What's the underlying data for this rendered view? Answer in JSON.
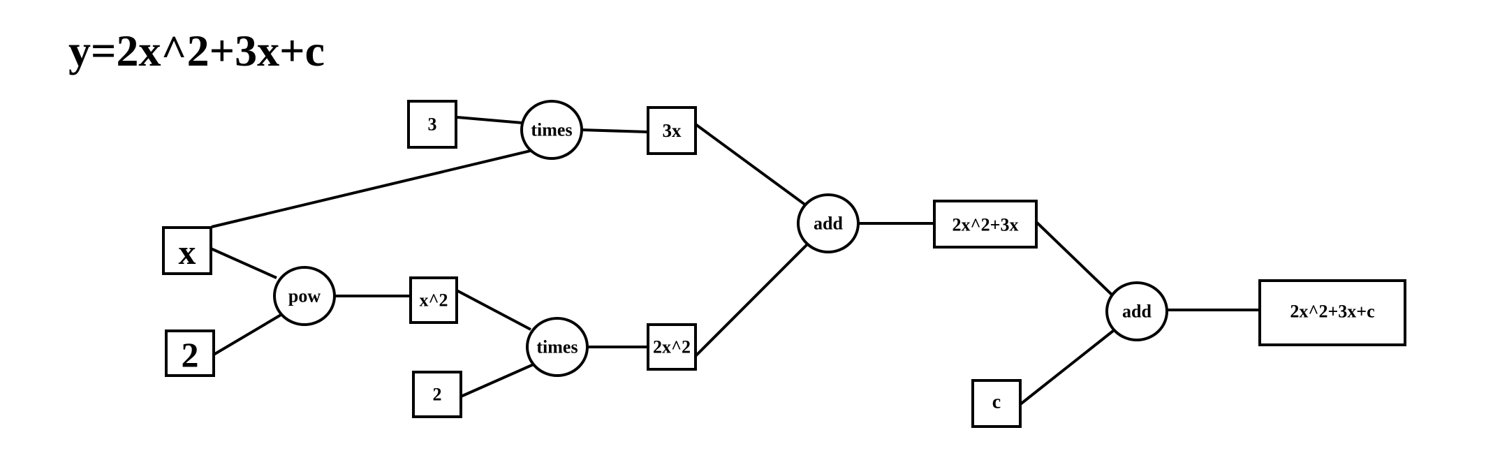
{
  "title": "y=2x^2+3x+c",
  "nodes": {
    "three": "3",
    "times_top": "times",
    "three_x": "3x",
    "x": "x",
    "two_big": "2",
    "pow": "pow",
    "x_sq": "x^2",
    "two_small": "2",
    "times_bottom": "times",
    "two_x_sq": "2x^2",
    "add_first": "add",
    "sum_first": "2x^2+3x",
    "c": "c",
    "add_second": "add",
    "result": "2x^2+3x+c"
  },
  "colors": {
    "stroke": "#000000",
    "background": "#ffffff"
  }
}
